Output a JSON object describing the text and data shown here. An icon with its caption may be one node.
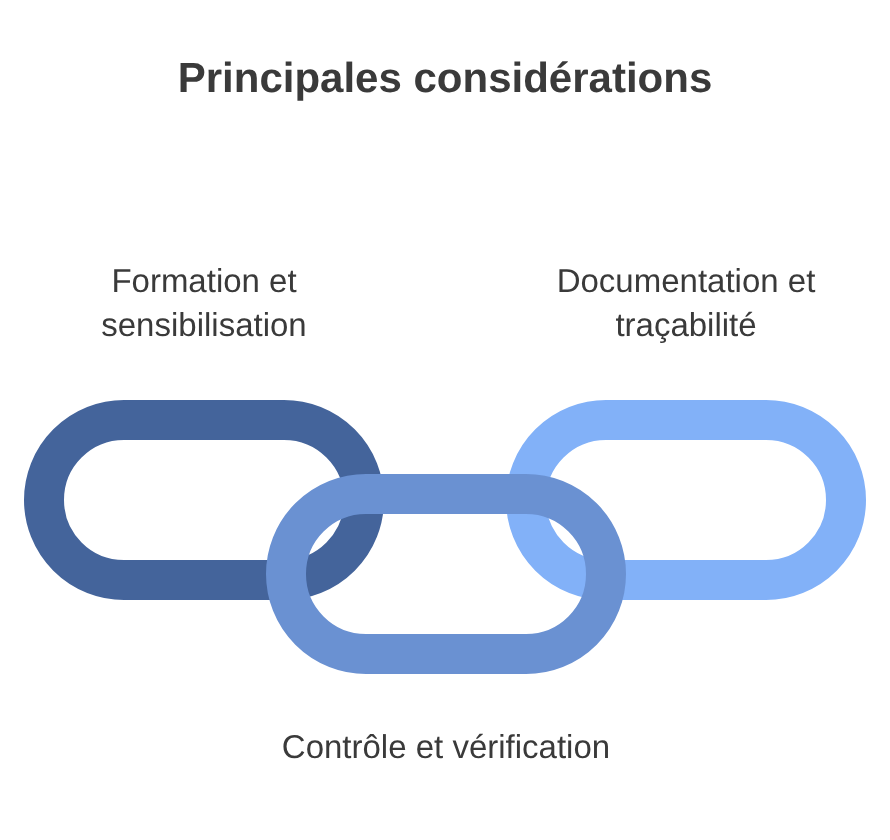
{
  "diagram": {
    "title": "Principales considérations",
    "nodes": [
      {
        "text": [
          "Formation et sensibilisation"
        ]
      },
      {
        "text": [
          "Documentation et traçabilité"
        ]
      },
      {
        "text": [
          "Contrôle et vérification"
        ]
      }
    ],
    "edges": []
  }
}
